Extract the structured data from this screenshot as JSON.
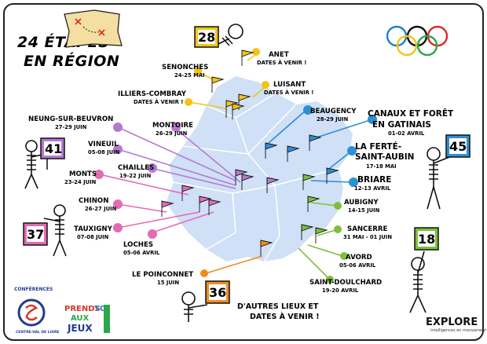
{
  "title": {
    "line1": "24 ÉTAPES",
    "line2": "EN RÉGION"
  },
  "colors": {
    "yellow": "#f2c418",
    "blue": "#2e8fd1",
    "green": "#7cbf3a",
    "orange": "#f08c1e",
    "purple": "#b57ad0",
    "pink": "#e46ab4",
    "region_fill": "#cfe0f7",
    "ink": "#111111"
  },
  "stages": [
    {
      "name": "ANET",
      "date": "DATES À VENIR !",
      "color": "yellow"
    },
    {
      "name": "SENONCHES",
      "date": "24-25 MAI",
      "color": "yellow"
    },
    {
      "name": "LUISANT",
      "date": "DATES À VENIR !",
      "color": "yellow"
    },
    {
      "name": "ILLIERS-COMBRAY",
      "date": "DATES À VENIR !",
      "color": "yellow"
    },
    {
      "name": "BEAUGENCY",
      "date": "28-29 JUIN",
      "color": "blue"
    },
    {
      "name": "CANAUX ET FORÊT",
      "name2": "EN GATINAIS",
      "date": "01-02 AVRIL",
      "color": "blue"
    },
    {
      "name": "LA FERTÉ-",
      "name2": "SAINT-AUBIN",
      "date": "17-18 MAI",
      "color": "blue"
    },
    {
      "name": "BRIARE",
      "date": "12-13 AVRIL",
      "color": "blue"
    },
    {
      "name": "NEUNG-SUR-BEUVRON",
      "date": "27-29 JUIN",
      "color": "purple"
    },
    {
      "name": "MONTOIRE",
      "date": "26-29 JUIN",
      "color": "purple"
    },
    {
      "name": "VINEUIL",
      "date": "05-08 JUIN",
      "color": "purple"
    },
    {
      "name": "CHAILLES",
      "date": "19-22 JUIN",
      "color": "purple"
    },
    {
      "name": "MONTS",
      "date": "23-24 JUIN",
      "color": "pink"
    },
    {
      "name": "CHINON",
      "date": "26-27 JUIN",
      "color": "pink"
    },
    {
      "name": "TAUXIGNY",
      "date": "07-08 JUIN",
      "color": "pink"
    },
    {
      "name": "LOCHES",
      "date": "05-06 AVRIL",
      "color": "pink"
    },
    {
      "name": "AUBIGNY",
      "date": "14-15 JUIN",
      "color": "green"
    },
    {
      "name": "SANCERRE",
      "date": "31 MAI - 01 JUIN",
      "color": "green"
    },
    {
      "name": "AVORD",
      "date": "05-06 AVRIL",
      "color": "green"
    },
    {
      "name": "SAINT-DOULCHARD",
      "date": "19-20 AVRIL",
      "color": "green"
    },
    {
      "name": "LE POINCONNET",
      "date": "15 JUIN",
      "color": "orange"
    }
  ],
  "signs": [
    {
      "number": "28",
      "color": "yellow"
    },
    {
      "number": "41",
      "color": "purple"
    },
    {
      "number": "37",
      "color": "pink"
    },
    {
      "number": "45",
      "color": "blue"
    },
    {
      "number": "18",
      "color": "green"
    },
    {
      "number": "36",
      "color": "orange"
    }
  ],
  "more": {
    "line1": "D'AUTRES LIEUX ET",
    "line2": "DATES À VENIR !"
  },
  "logos": {
    "conferences": "CONFÉRENCES",
    "conferences_sub": "CENTRE-VAL DE LOIRE",
    "prends": "PRENDS",
    "toi": "TOI",
    "aux": "AUX",
    "jeux": "JEUX",
    "explore": "EXPLORE",
    "explore_sub": "intelligences en mouvement"
  }
}
